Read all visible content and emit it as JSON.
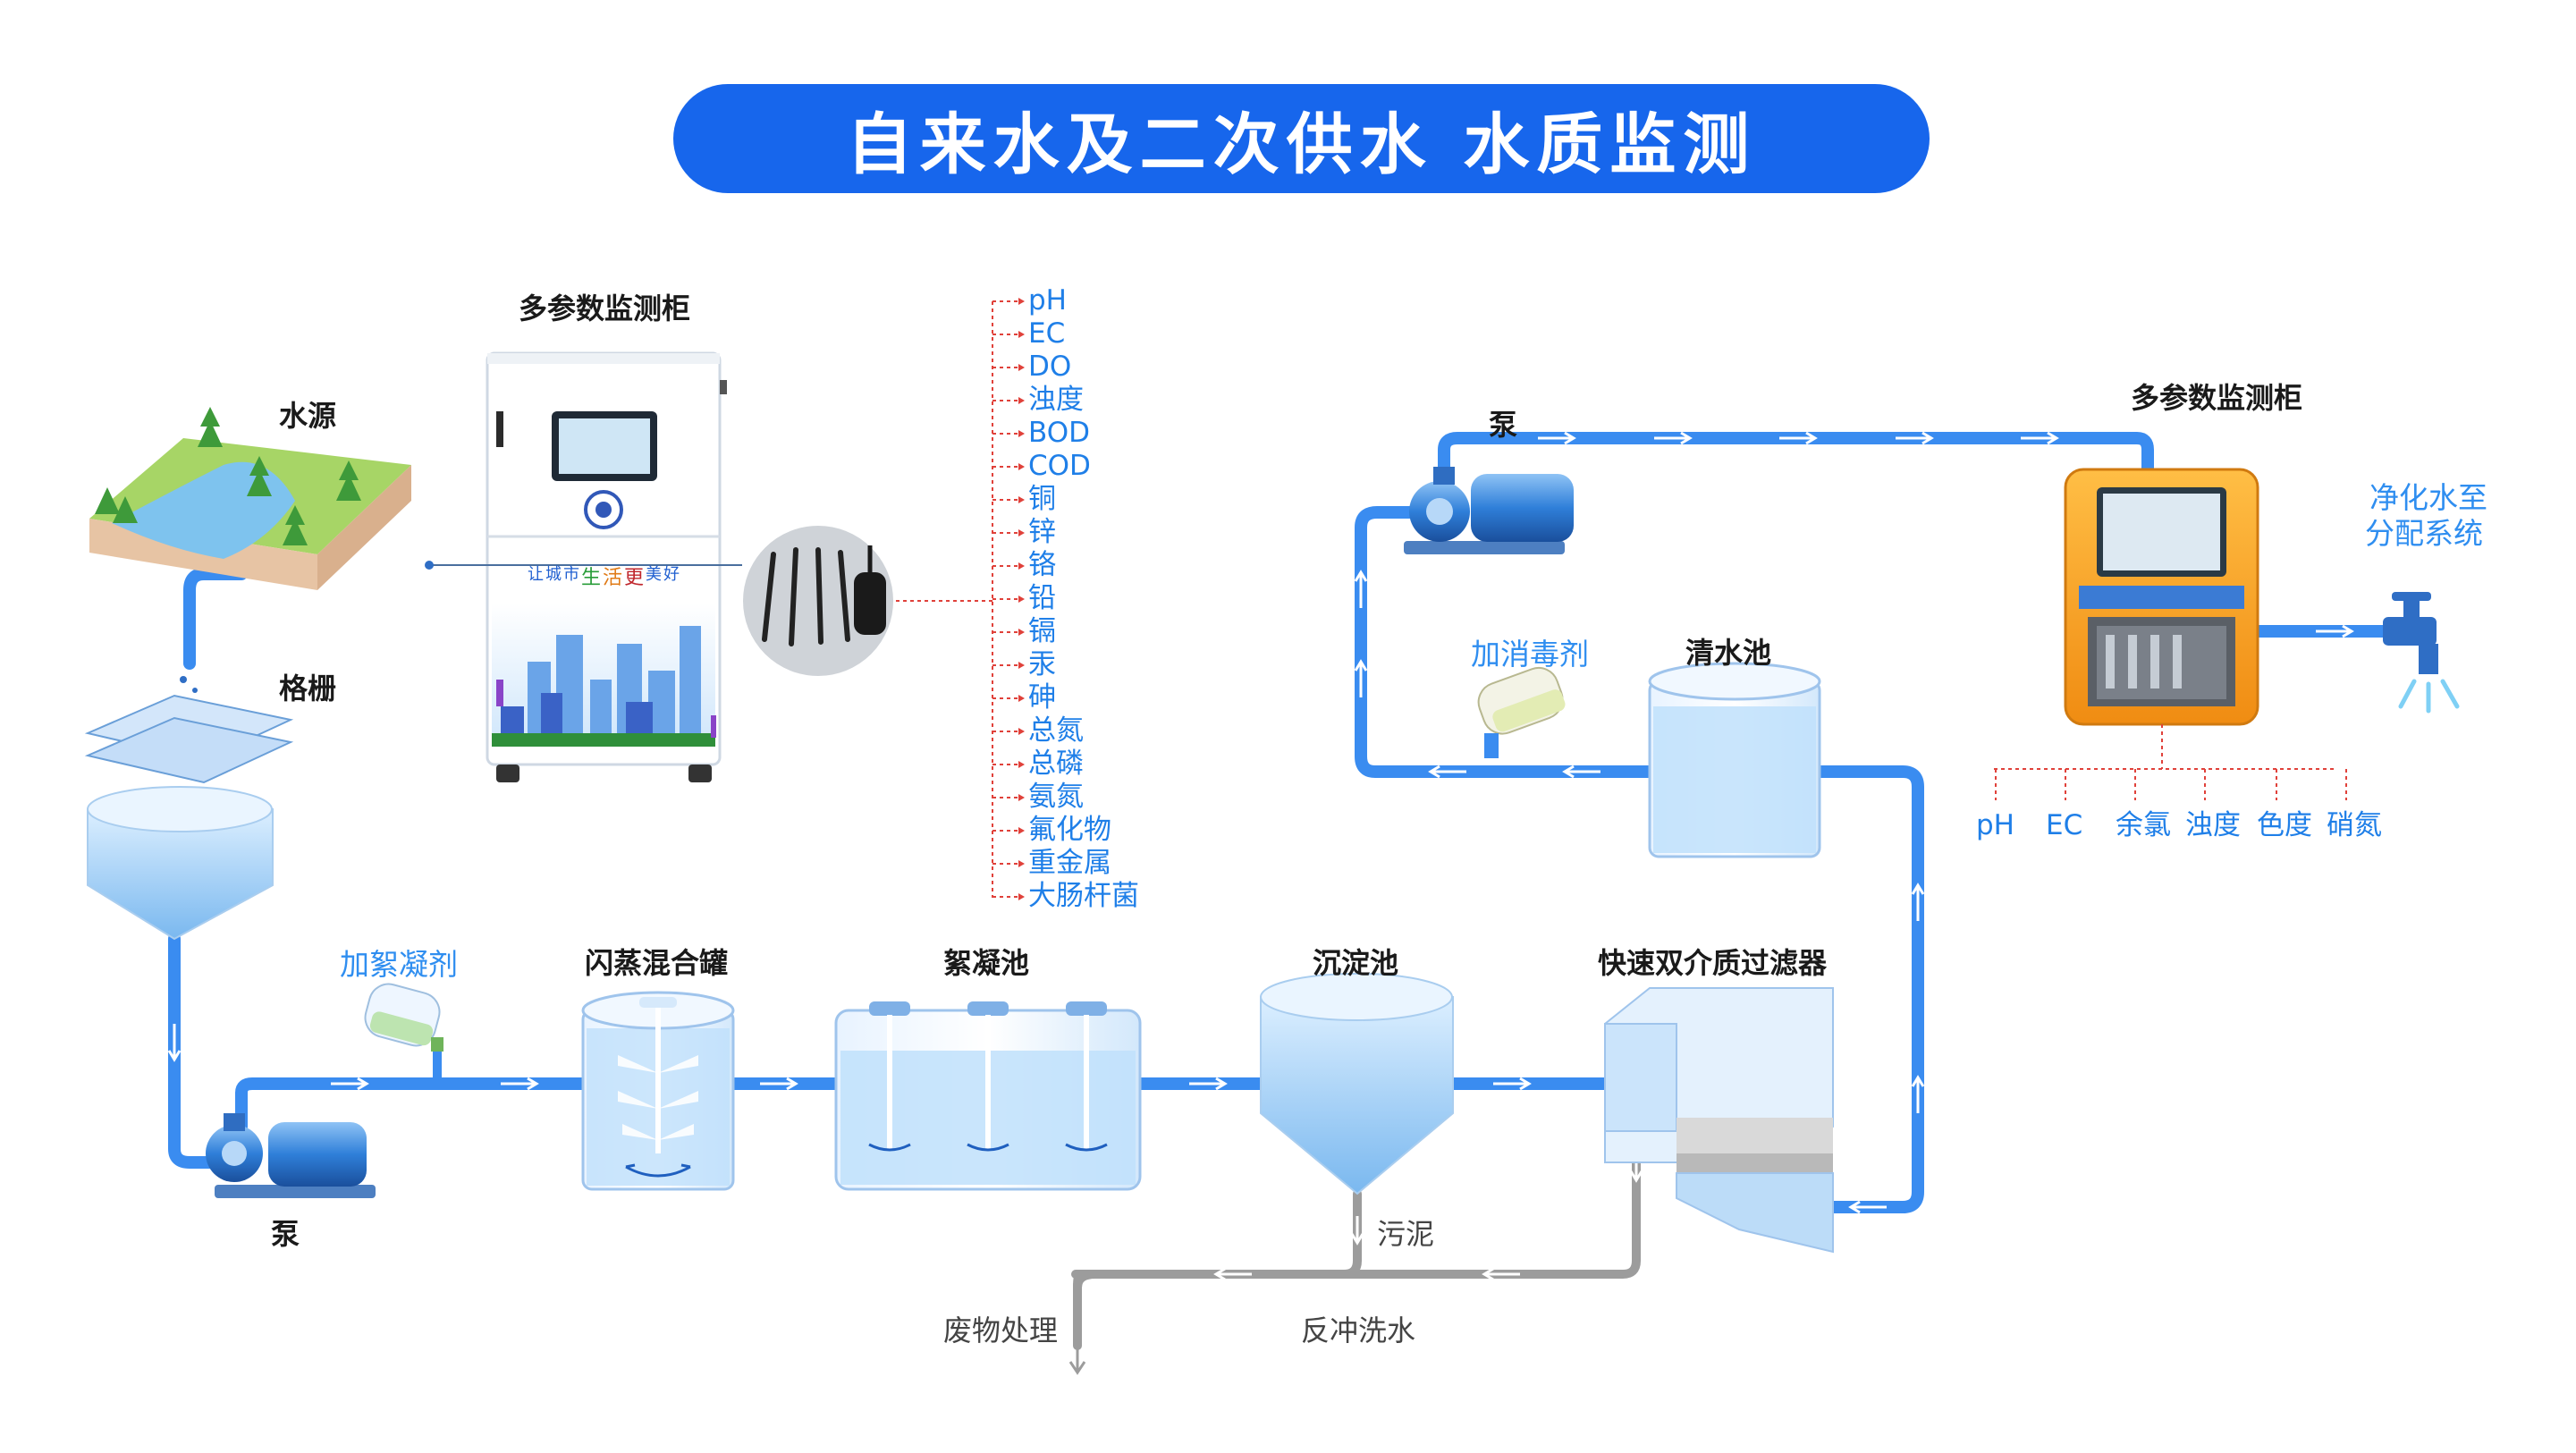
{
  "title": "自来水及二次供水 水质监测",
  "labels": {
    "water_source": "水源",
    "grille": "格栅",
    "pump_bottom": "泵",
    "pump_top": "泵",
    "coagulant": "加絮凝剂",
    "flash_mixer": "闪蒸混合罐",
    "flocculation": "絮凝池",
    "sedimentation": "沉淀池",
    "filter": "快速双介质过滤器",
    "disinfectant": "加消毒剂",
    "clear_pool": "清水池",
    "cabinet_left": "多参数监测柜",
    "cabinet_right": "多参数监测柜",
    "purified_line1": "净化水至",
    "purified_line2": "分配系统",
    "sludge": "污泥",
    "backwash": "反冲洗水",
    "waste": "废物处理"
  },
  "cabinet_sign": [
    "让",
    "城",
    "市",
    "生",
    "活",
    "更",
    "美",
    "好"
  ],
  "cabinet_sign_colors": [
    "#1f5fd0",
    "#1f5fd0",
    "#1f5fd0",
    "#2a9d3a",
    "#e07a16",
    "#c0272d",
    "#1f5fd0",
    "#1f5fd0"
  ],
  "left_params": [
    "pH",
    "EC",
    "DO",
    "浊度",
    "BOD",
    "COD",
    "铜",
    "锌",
    "铬",
    "铅",
    "镉",
    "汞",
    "砷",
    "总氮",
    "总磷",
    "氨氮",
    "氟化物",
    "重金属",
    "大肠杆菌"
  ],
  "right_params": [
    "pH",
    "EC",
    "余氯",
    "浊度",
    "色度",
    "硝氮"
  ],
  "colors": {
    "title_bg": "#1766ec",
    "pipe": "#3a8cf0",
    "waste_pipe": "#9c9c9c",
    "param_text": "#1f7fe8",
    "leader_line": "#e0413a",
    "analyzer_body": "#f5a623"
  }
}
